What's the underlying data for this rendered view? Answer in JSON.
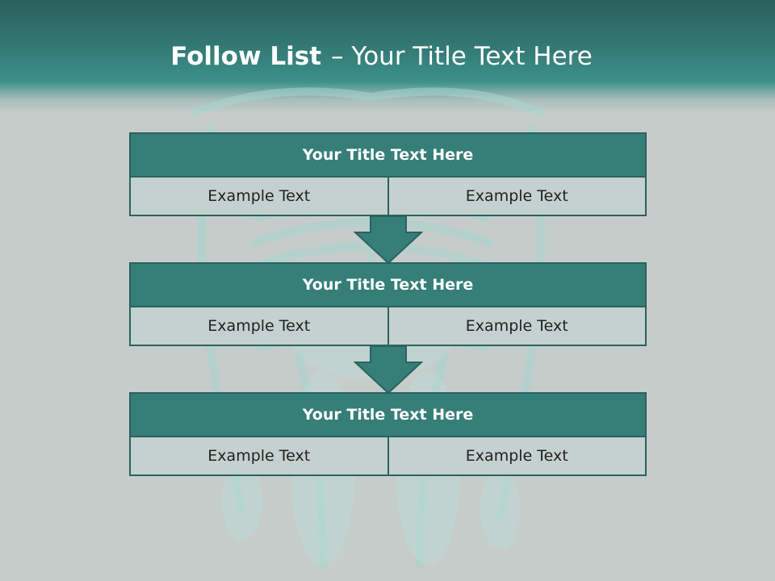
{
  "slide": {
    "title_bold": "Follow List",
    "title_rest": "– Your Title Text Here"
  },
  "blocks": [
    {
      "title": "Your Title Text Here",
      "left": "Example Text",
      "right": "Example Text"
    },
    {
      "title": "Your Title Text Here",
      "left": "Example Text",
      "right": "Example Text"
    },
    {
      "title": "Your Title Text Here",
      "left": "Example Text",
      "right": "Example Text"
    }
  ],
  "colors": {
    "header": "#347b76",
    "block_title_bg": "#367e78",
    "cell_bg": "#c4d1ce",
    "border": "#2a6360",
    "background": "#c6ccca"
  }
}
